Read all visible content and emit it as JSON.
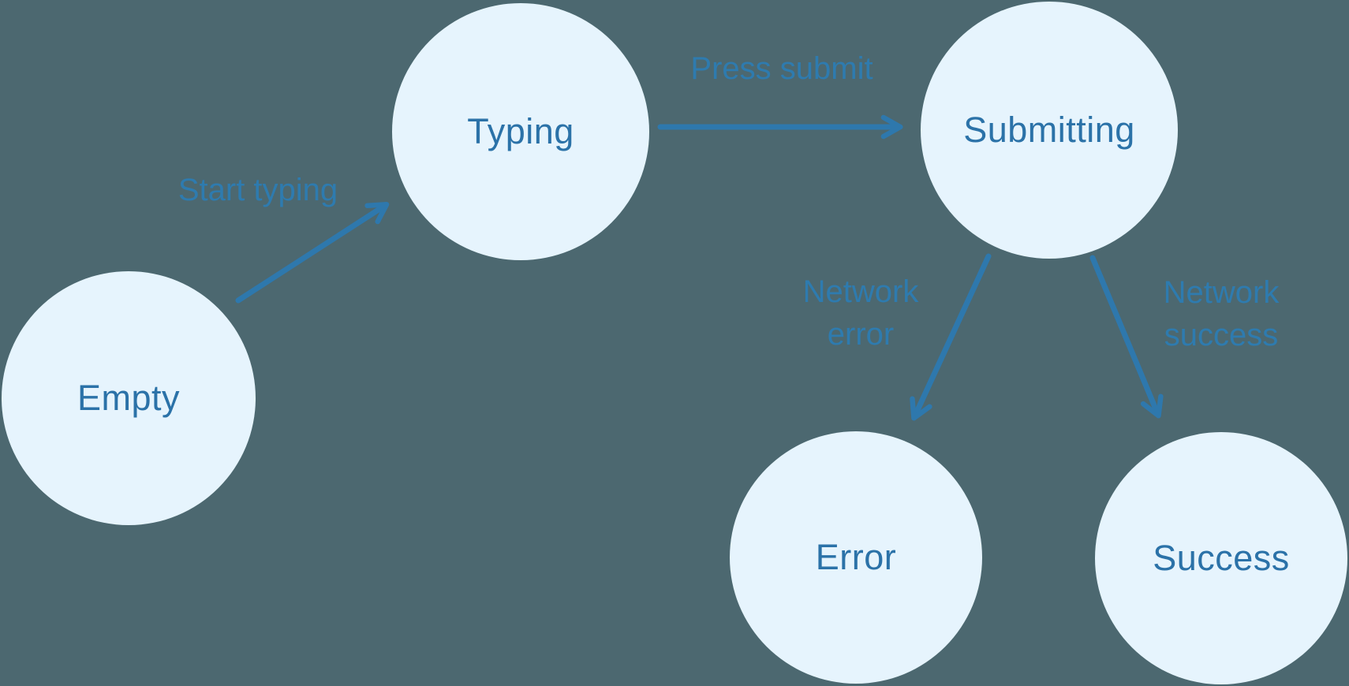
{
  "diagram": {
    "type": "state-machine",
    "colors": {
      "background": "#4C6870",
      "node_fill": "#E6F4FD",
      "node_text": "#2B72A8",
      "edge": "#2E78AD",
      "edge_label_text": "#2E7BAF"
    },
    "nodes": [
      {
        "id": "empty",
        "label": "Empty"
      },
      {
        "id": "typing",
        "label": "Typing"
      },
      {
        "id": "submitting",
        "label": "Submitting"
      },
      {
        "id": "error",
        "label": "Error"
      },
      {
        "id": "success",
        "label": "Success"
      }
    ],
    "edges": [
      {
        "from": "empty",
        "to": "typing",
        "label": "Start typing"
      },
      {
        "from": "typing",
        "to": "submitting",
        "label": "Press submit"
      },
      {
        "from": "submitting",
        "to": "error",
        "label": "Network error"
      },
      {
        "from": "submitting",
        "to": "success",
        "label": "Network success"
      }
    ]
  }
}
